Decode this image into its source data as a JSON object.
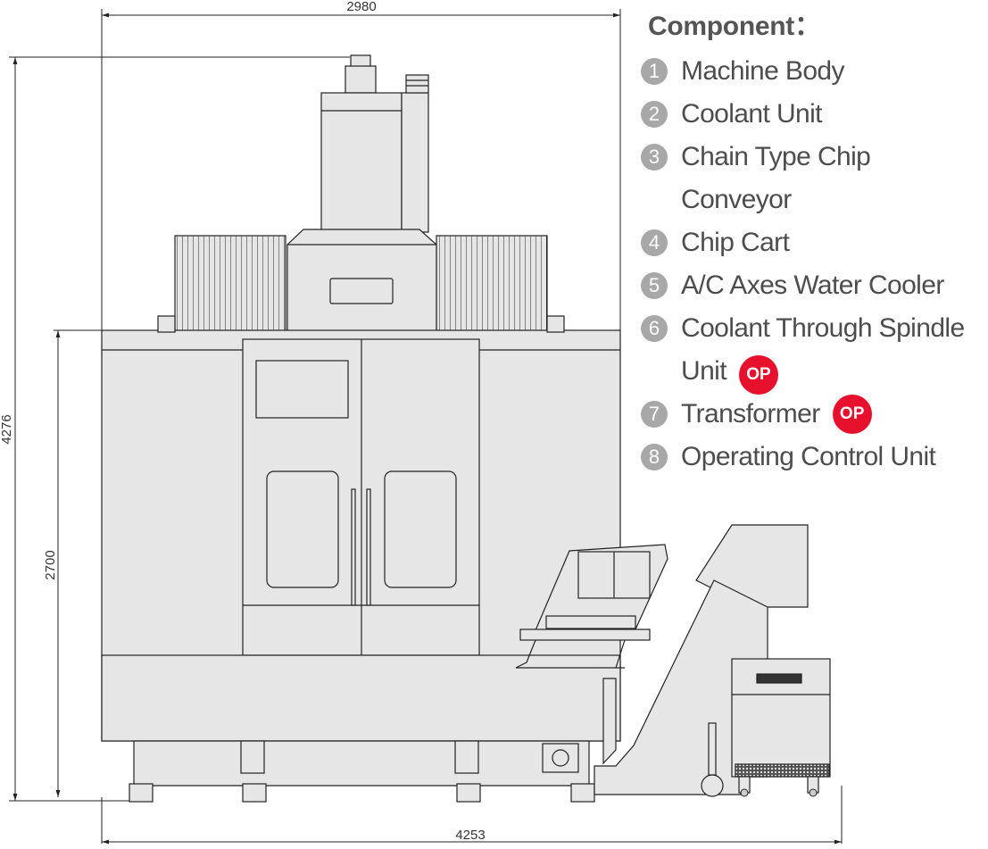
{
  "dimensions": {
    "width_top": "2980",
    "height_total": "4276",
    "height_body": "2700",
    "width_bottom": "4253"
  },
  "legend": {
    "title": "Component：",
    "items": [
      {
        "num": "1",
        "label": "Machine Body",
        "continuation": "",
        "op": ""
      },
      {
        "num": "2",
        "label": "Coolant Unit",
        "continuation": "",
        "op": ""
      },
      {
        "num": "3",
        "label": "Chain Type Chip",
        "continuation": "Conveyor",
        "op": ""
      },
      {
        "num": "4",
        "label": "Chip Cart",
        "continuation": "",
        "op": ""
      },
      {
        "num": "5",
        "label": "A/C Axes Water Cooler",
        "continuation": "",
        "op": ""
      },
      {
        "num": "6",
        "label": "Coolant Through Spindle",
        "continuation": "Unit",
        "op": "OP"
      },
      {
        "num": "7",
        "label": "Transformer",
        "continuation": "",
        "op": "OP"
      },
      {
        "num": "8",
        "label": "Operating Control Unit",
        "continuation": "",
        "op": ""
      }
    ]
  },
  "colors": {
    "machine_fill": "#e6e6e6",
    "line": "#222222",
    "badge_grey": "#a8a8a8",
    "op_red": "#e8112d"
  }
}
